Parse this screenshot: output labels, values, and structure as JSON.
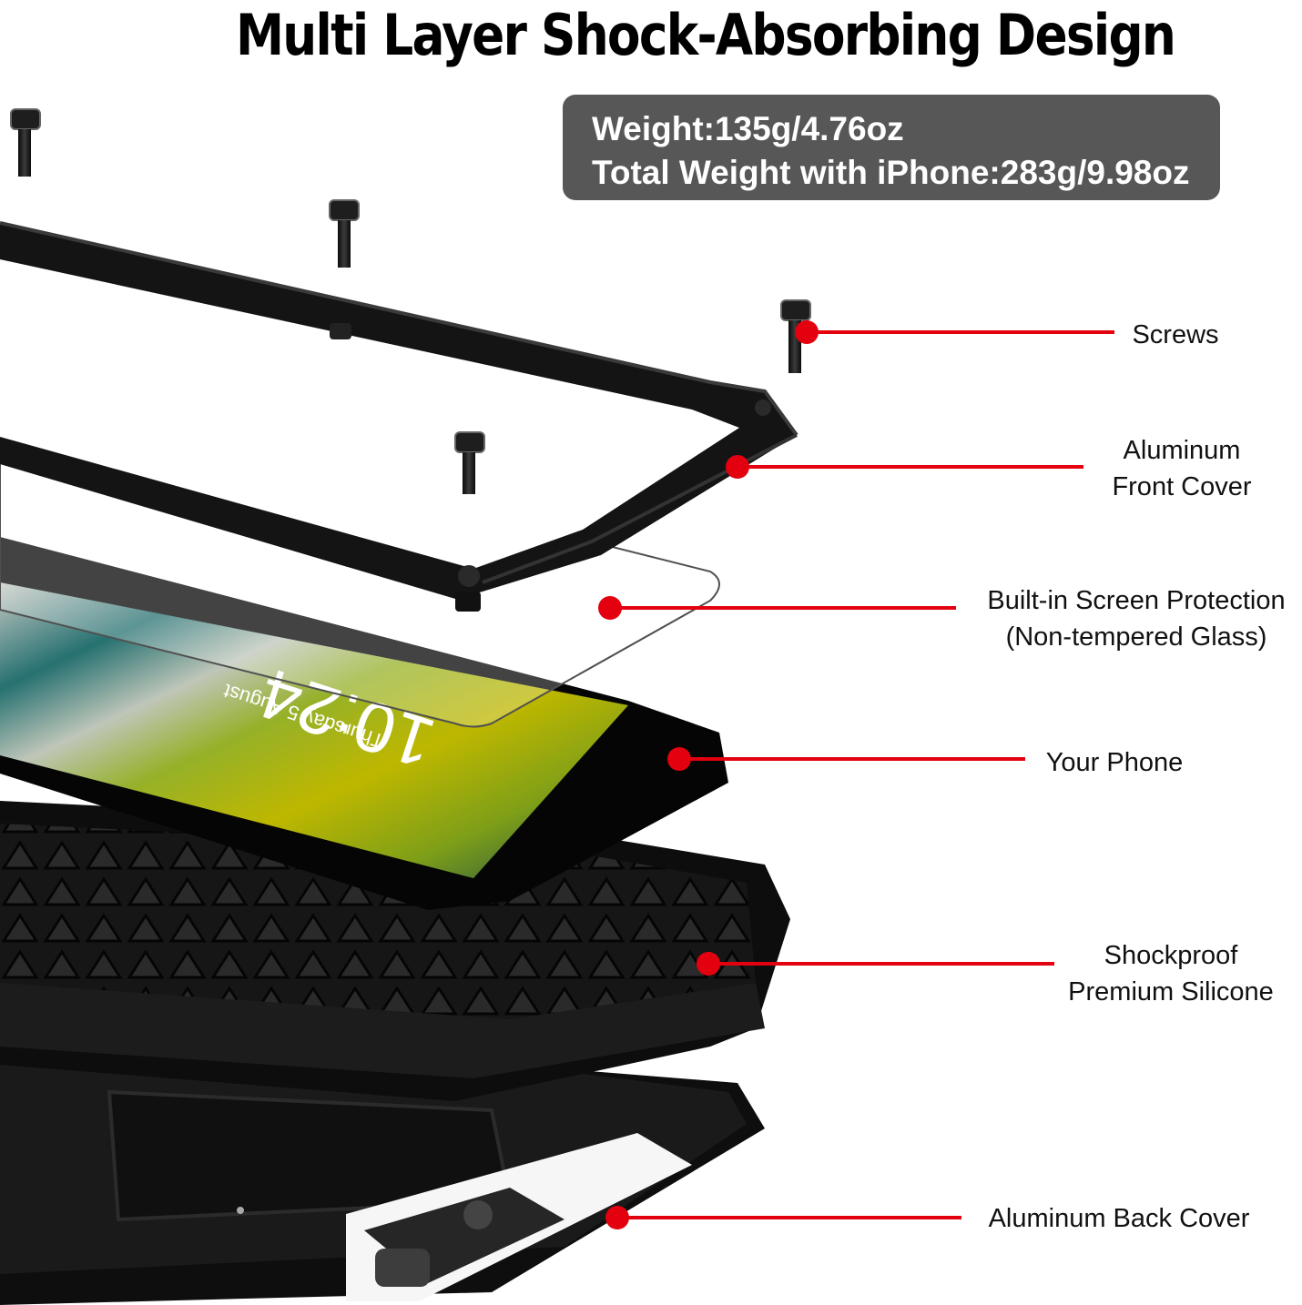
{
  "title": "Multi Layer Shock-Absorbing Design",
  "weight_box": {
    "line1": "Weight:135g/4.76oz",
    "line2": "Total Weight with iPhone:283g/9.98oz"
  },
  "callouts": [
    {
      "lines": [
        "Screws"
      ]
    },
    {
      "lines": [
        "Aluminum",
        "Front Cover"
      ]
    },
    {
      "lines": [
        "Built-in Screen Protection",
        "(Non-tempered Glass)"
      ]
    },
    {
      "lines": [
        "Your Phone"
      ]
    },
    {
      "lines": [
        "Shockproof",
        "Premium Silicone"
      ]
    },
    {
      "lines": [
        "Aluminum Back Cover"
      ]
    }
  ],
  "phone_screen": {
    "time": "10:24",
    "date": "Thursday 5 August"
  },
  "colors": {
    "callout_red": "#e3000f",
    "case_black": "#121212",
    "box_gray": "#575757"
  }
}
